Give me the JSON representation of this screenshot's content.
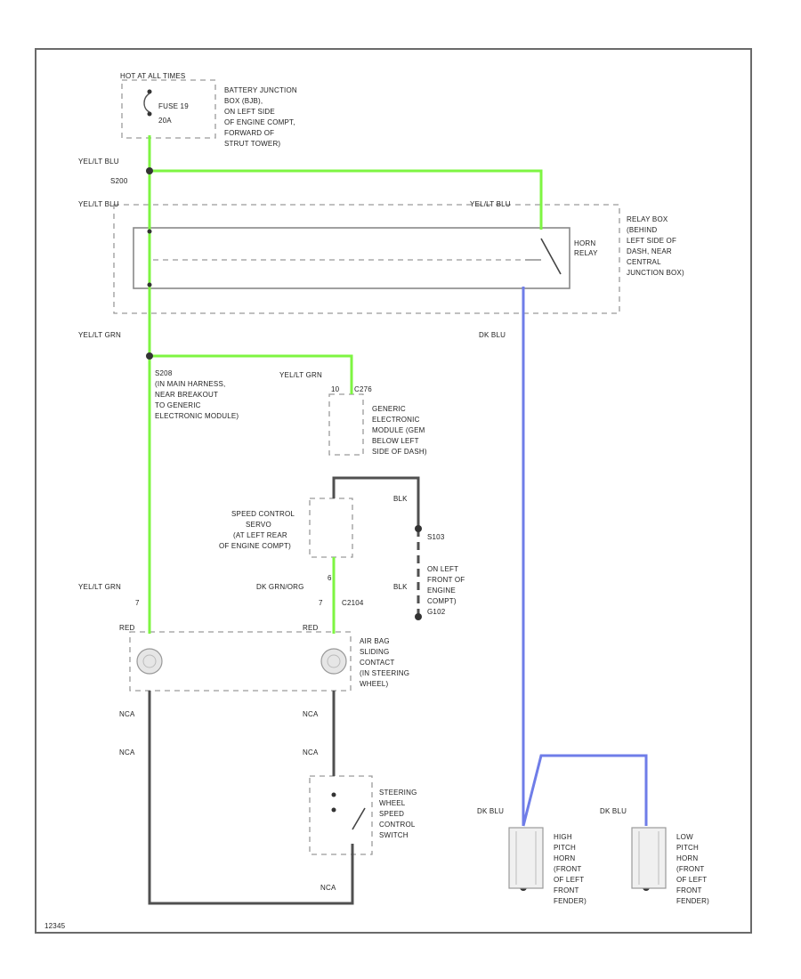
{
  "diagram_id": "12345",
  "fuse": {
    "header": "HOT AT ALL TIMES",
    "label_1": "FUSE 19",
    "label_2": "20A",
    "desc": [
      "BATTERY JUNCTION",
      "BOX (BJB),",
      "ON LEFT SIDE",
      "OF ENGINE COMPT,",
      "FORWARD OF",
      "STRUT TOWER)"
    ]
  },
  "wires": {
    "yel_lt_blu": "YEL/LT BLU",
    "s200": "S200",
    "yel_lt_blu_2": "YEL/LT BLU",
    "yel_lt_blu_3": "YEL/LT BLU",
    "yel_lt_grn_1": "YEL/LT GRN",
    "yel_lt_grn_2": "YEL/LT GRN",
    "yel_lt_grn_3": "YEL/LT GRN",
    "dk_blu_1": "DK BLU",
    "dk_blu_2": "DK BLU",
    "dk_blu_3": "DK BLU",
    "blk_1": "BLK",
    "blk_2": "BLK",
    "dk_grn_org": "DK GRN/ORG",
    "red_1": "RED",
    "red_2": "RED",
    "nca_1": "NCA",
    "nca_2": "NCA",
    "nca_3": "NCA",
    "nca_4": "NCA",
    "nca_5": "NCA"
  },
  "relay": {
    "name_1": "HORN",
    "name_2": "RELAY",
    "desc": [
      "RELAY BOX",
      "(BEHIND",
      "LEFT SIDE OF",
      "DASH, NEAR",
      "CENTRAL",
      "JUNCTION BOX)"
    ]
  },
  "splice_s208": {
    "desc": [
      "S208",
      "(IN MAIN HARNESS,",
      "NEAR BREAKOUT",
      "TO GENERIC",
      "ELECTRONIC MODULE)"
    ]
  },
  "gem": {
    "pin": "10",
    "conn": "C276",
    "desc": [
      "GENERIC",
      "ELECTRONIC",
      "MODULE (GEM",
      "BELOW LEFT",
      "SIDE OF DASH)"
    ]
  },
  "servo": {
    "pin": "6",
    "conn": "C2104",
    "desc": [
      "SPEED CONTROL",
      "SERVO",
      "(AT LEFT REAR",
      "OF ENGINE COMPT)"
    ]
  },
  "ground": {
    "s": "S103",
    "desc": [
      "ON LEFT",
      "FRONT OF",
      "ENGINE",
      "COMPT)",
      "G102"
    ]
  },
  "clockspring": {
    "pin_1": "7",
    "pin_2": "7",
    "desc": [
      "AIR BAG",
      "SLIDING",
      "CONTACT",
      "(IN STEERING",
      "WHEEL)"
    ]
  },
  "switch": {
    "desc": [
      "STEERING",
      "WHEEL",
      "SPEED",
      "CONTROL",
      "SWITCH"
    ]
  },
  "horn_high": {
    "desc": [
      "HIGH",
      "PITCH",
      "HORN",
      "(FRONT",
      "OF LEFT",
      "FRONT",
      "FENDER)"
    ]
  },
  "horn_low": {
    "desc": [
      "LOW",
      "PITCH",
      "HORN",
      "(FRONT",
      "OF LEFT",
      "FRONT",
      "FENDER)"
    ]
  },
  "colors": {
    "power_wire": "#7ef542",
    "horn_wire": "#6f7de8",
    "ground_wire": "#505050"
  }
}
